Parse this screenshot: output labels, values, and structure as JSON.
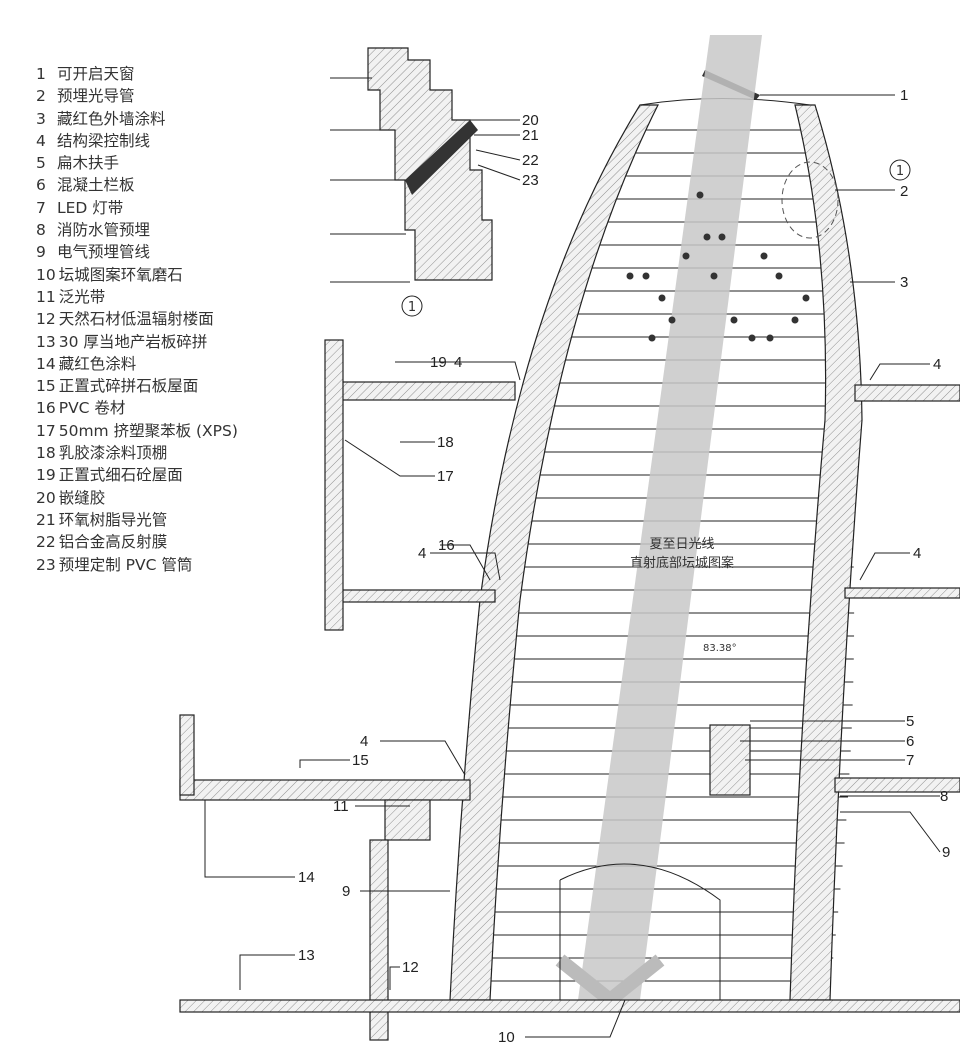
{
  "legend": [
    {
      "num": "1",
      "text": "可开启天窗"
    },
    {
      "num": "2",
      "text": "预埋光导管"
    },
    {
      "num": "3",
      "text": "藏红色外墙涂料"
    },
    {
      "num": "4",
      "text": "结构梁控制线"
    },
    {
      "num": "5",
      "text": "扁木扶手"
    },
    {
      "num": "6",
      "text": "混凝土栏板"
    },
    {
      "num": "7",
      "text": "LED 灯带"
    },
    {
      "num": "8",
      "text": "消防水管预埋"
    },
    {
      "num": "9",
      "text": "电气预埋管线"
    },
    {
      "num": "10",
      "text": "坛城图案环氧磨石"
    },
    {
      "num": "11",
      "text": "泛光带"
    },
    {
      "num": "12",
      "text": "天然石材低温辐射楼面"
    },
    {
      "num": "13",
      "text": "30 厚当地产岩板碎拼"
    },
    {
      "num": "14",
      "text": "藏红色涂料"
    },
    {
      "num": "15",
      "text": "正置式碎拼石板屋面"
    },
    {
      "num": "16",
      "text": "PVC 卷材"
    },
    {
      "num": "17",
      "text": "50mm 挤塑聚苯板 (XPS)"
    },
    {
      "num": "18",
      "text": "乳胶漆涂料顶棚"
    },
    {
      "num": "19",
      "text": "正置式细石砼屋面"
    },
    {
      "num": "20",
      "text": "嵌缝胶"
    },
    {
      "num": "21",
      "text": "环氧树脂导光管"
    },
    {
      "num": "22",
      "text": "铝合金高反射膜"
    },
    {
      "num": "23",
      "text": "预埋定制 PVC 管筒"
    }
  ],
  "annotations": {
    "sun_line_1": "夏至日光线",
    "sun_line_2": "直射底部坛城图案",
    "angle": "83.38°",
    "detail_marker": "1"
  },
  "callouts": [
    "1",
    "2",
    "3",
    "4",
    "5",
    "6",
    "7",
    "8",
    "9",
    "10",
    "11",
    "12",
    "13",
    "14",
    "15",
    "16",
    "17",
    "18",
    "19",
    "20",
    "21",
    "22",
    "23"
  ],
  "colors": {
    "line": "#222222",
    "sun_beam": "#c8c8c8",
    "text": "#333333"
  }
}
